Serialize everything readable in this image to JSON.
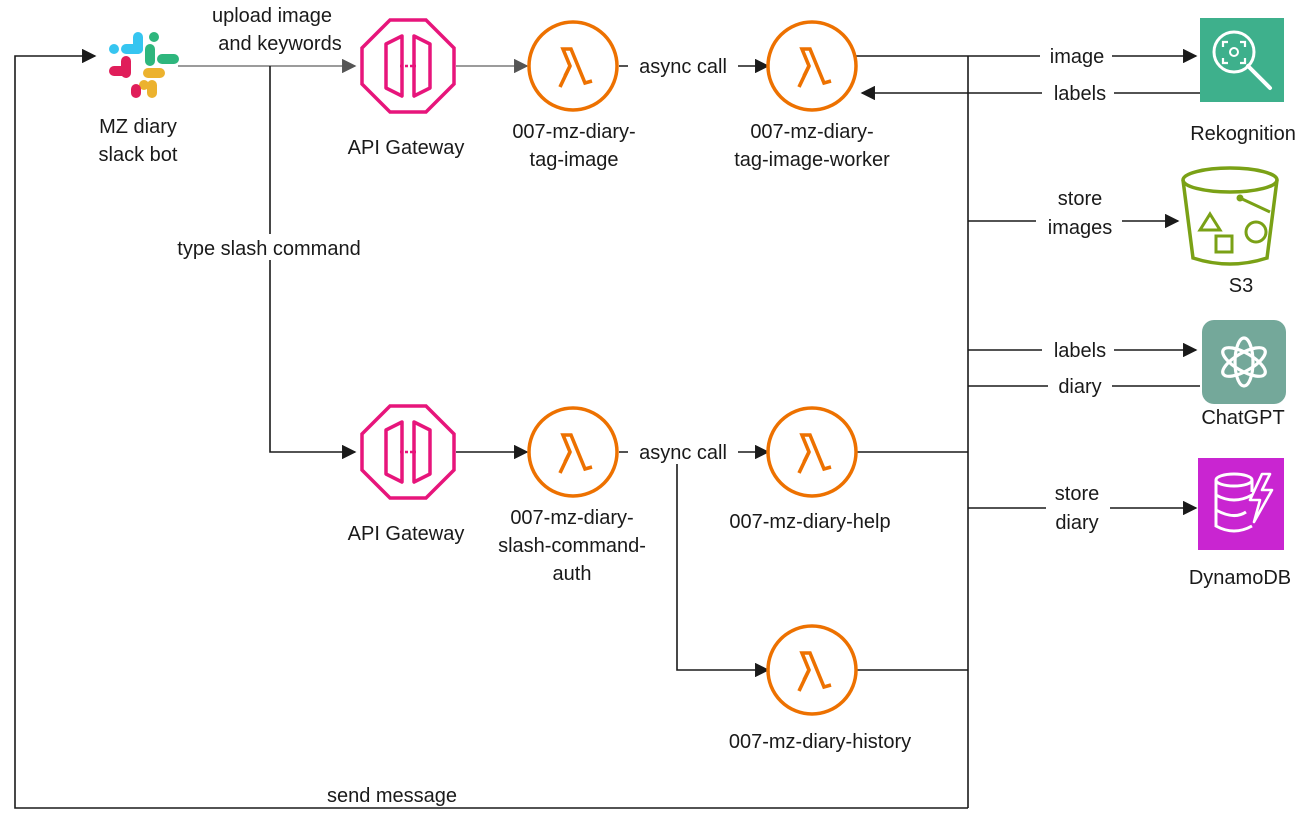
{
  "nodes": {
    "slack": {
      "label_line1": "MZ diary",
      "label_line2": "slack bot",
      "icon": "slack-icon"
    },
    "apigw_top": {
      "label": "API Gateway",
      "icon": "api-gateway-icon"
    },
    "apigw_bottom": {
      "label": "API Gateway",
      "icon": "api-gateway-icon"
    },
    "lambda_tag_image": {
      "label_line1": "007-mz-diary-",
      "label_line2": "tag-image",
      "icon": "lambda-icon"
    },
    "lambda_tag_worker": {
      "label_line1": "007-mz-diary-",
      "label_line2": "tag-image-worker",
      "icon": "lambda-icon"
    },
    "lambda_auth": {
      "label_line1": "007-mz-diary-",
      "label_line2": "slash-command-",
      "label_line3": "auth",
      "icon": "lambda-icon"
    },
    "lambda_help": {
      "label": "007-mz-diary-help",
      "icon": "lambda-icon"
    },
    "lambda_history": {
      "label": "007-mz-diary-history",
      "icon": "lambda-icon"
    },
    "rekognition": {
      "label": "Rekognition",
      "icon": "rekognition-icon"
    },
    "s3": {
      "label": "S3",
      "icon": "s3-bucket-icon"
    },
    "chatgpt": {
      "label": "ChatGPT",
      "icon": "chatgpt-icon"
    },
    "dynamodb": {
      "label": "DynamoDB",
      "icon": "dynamodb-icon"
    }
  },
  "edges": {
    "upload_line1": "upload image",
    "upload_line2": "and keywords",
    "async_call_top": "async call",
    "async_call_bottom": "async call",
    "image": "image",
    "labels_back": "labels",
    "store_images_line1": "store",
    "store_images_line2": "images",
    "labels_to_gpt": "labels",
    "diary_from_gpt": "diary",
    "store_diary_line1": "store",
    "store_diary_line2": "diary",
    "slash_command": "type slash command",
    "send_message": "send message"
  },
  "colors": {
    "api_gateway": "#e7157b",
    "lambda": "#ed7100",
    "rekognition": "#3eb08c",
    "s3": "#7aa116",
    "chatgpt": "#74a89a",
    "dynamodb": "#c925d1",
    "slack_blue": "#36c5f0",
    "slack_green": "#2eb67d",
    "slack_red": "#e01e5a",
    "slack_yellow": "#ecb22e"
  }
}
